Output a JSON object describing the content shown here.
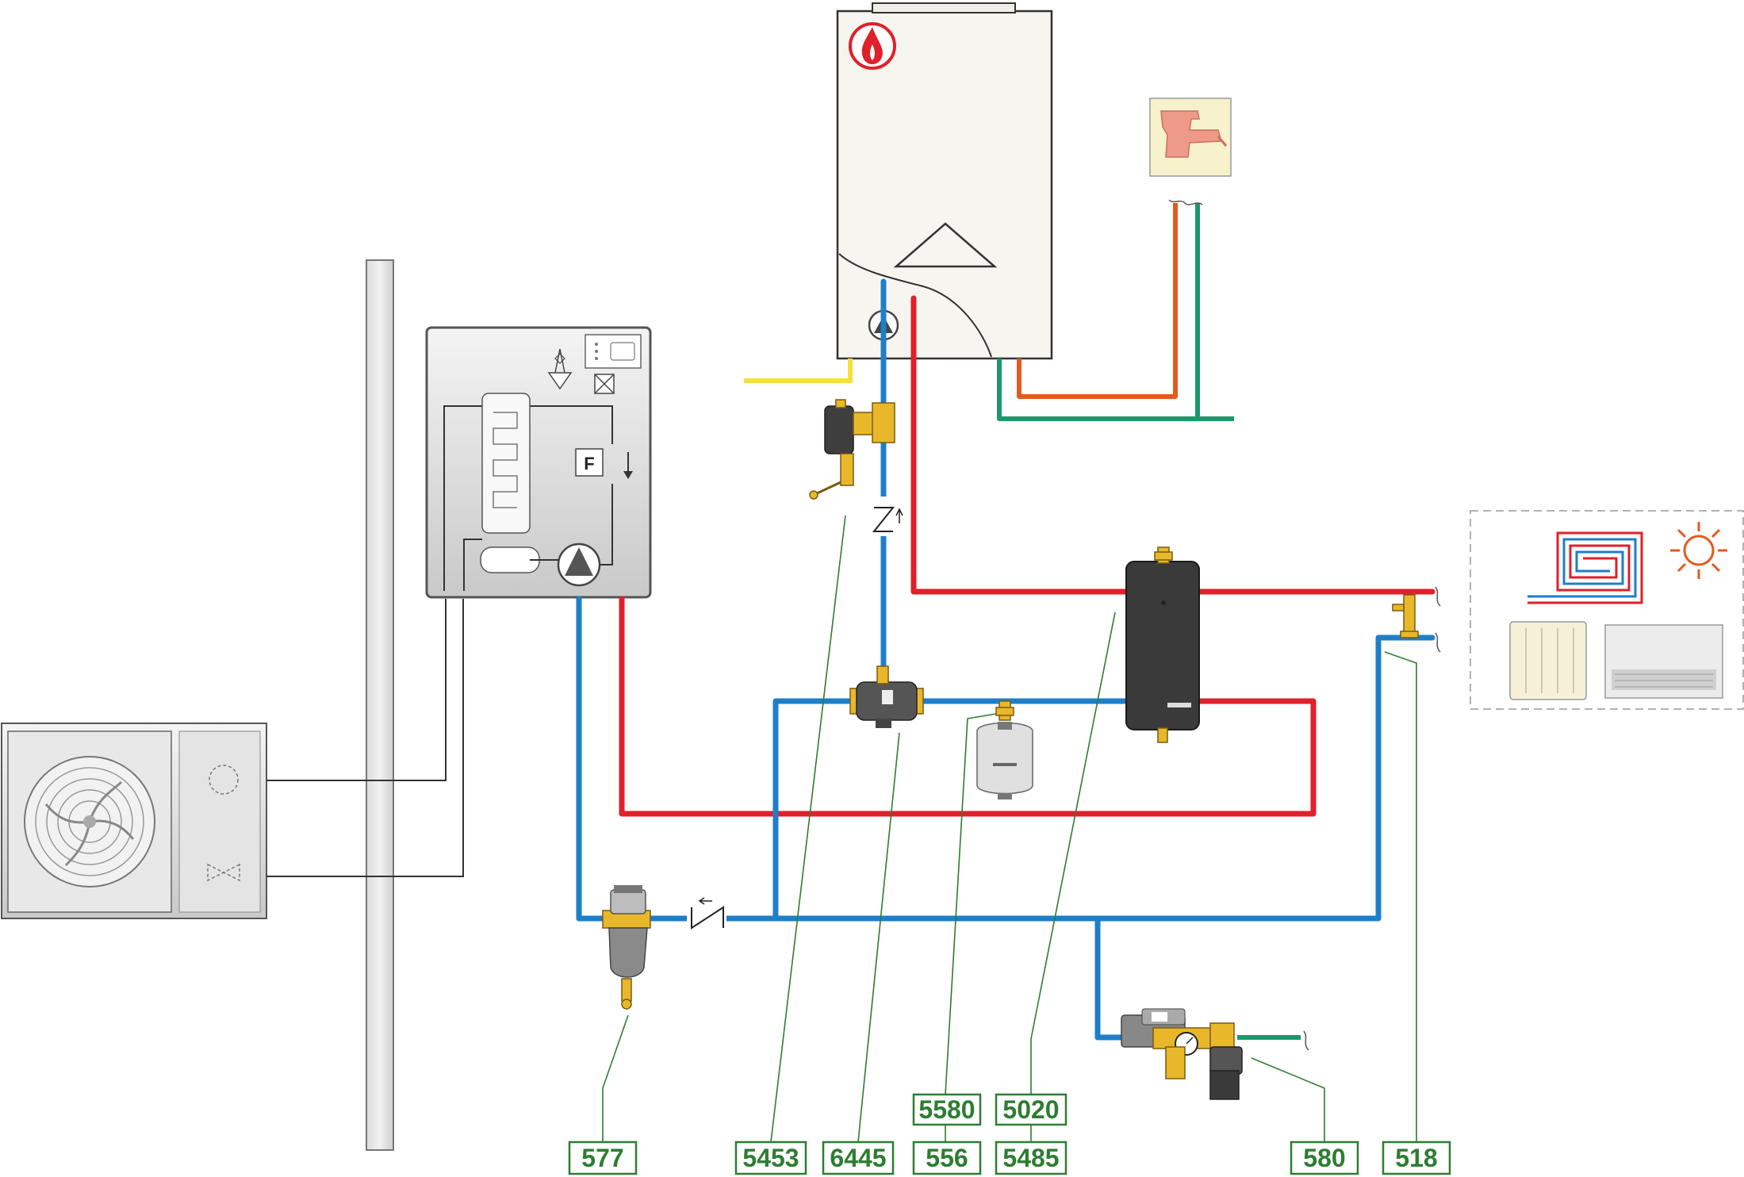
{
  "labels": [
    {
      "id": "577",
      "text": "577"
    },
    {
      "id": "5453",
      "text": "5453"
    },
    {
      "id": "6445",
      "text": "6445"
    },
    {
      "id": "5580",
      "text": "5580"
    },
    {
      "id": "556",
      "text": "556"
    },
    {
      "id": "5020",
      "text": "5020"
    },
    {
      "id": "5485",
      "text": "5485"
    },
    {
      "id": "580",
      "text": "580"
    },
    {
      "id": "518",
      "text": "518"
    }
  ],
  "colors": {
    "flow": "#e0202a",
    "return": "#1e7fc8",
    "cold_water": "#1a9a6c",
    "hot_water": "#e35a1f",
    "gas": "#f5e03a",
    "label": "#2e7d32"
  },
  "icons": [
    "flame-icon",
    "tap-icon",
    "fan-icon",
    "pump-icon",
    "sun-icon",
    "radiator-icon",
    "underfloor-coil-icon"
  ]
}
